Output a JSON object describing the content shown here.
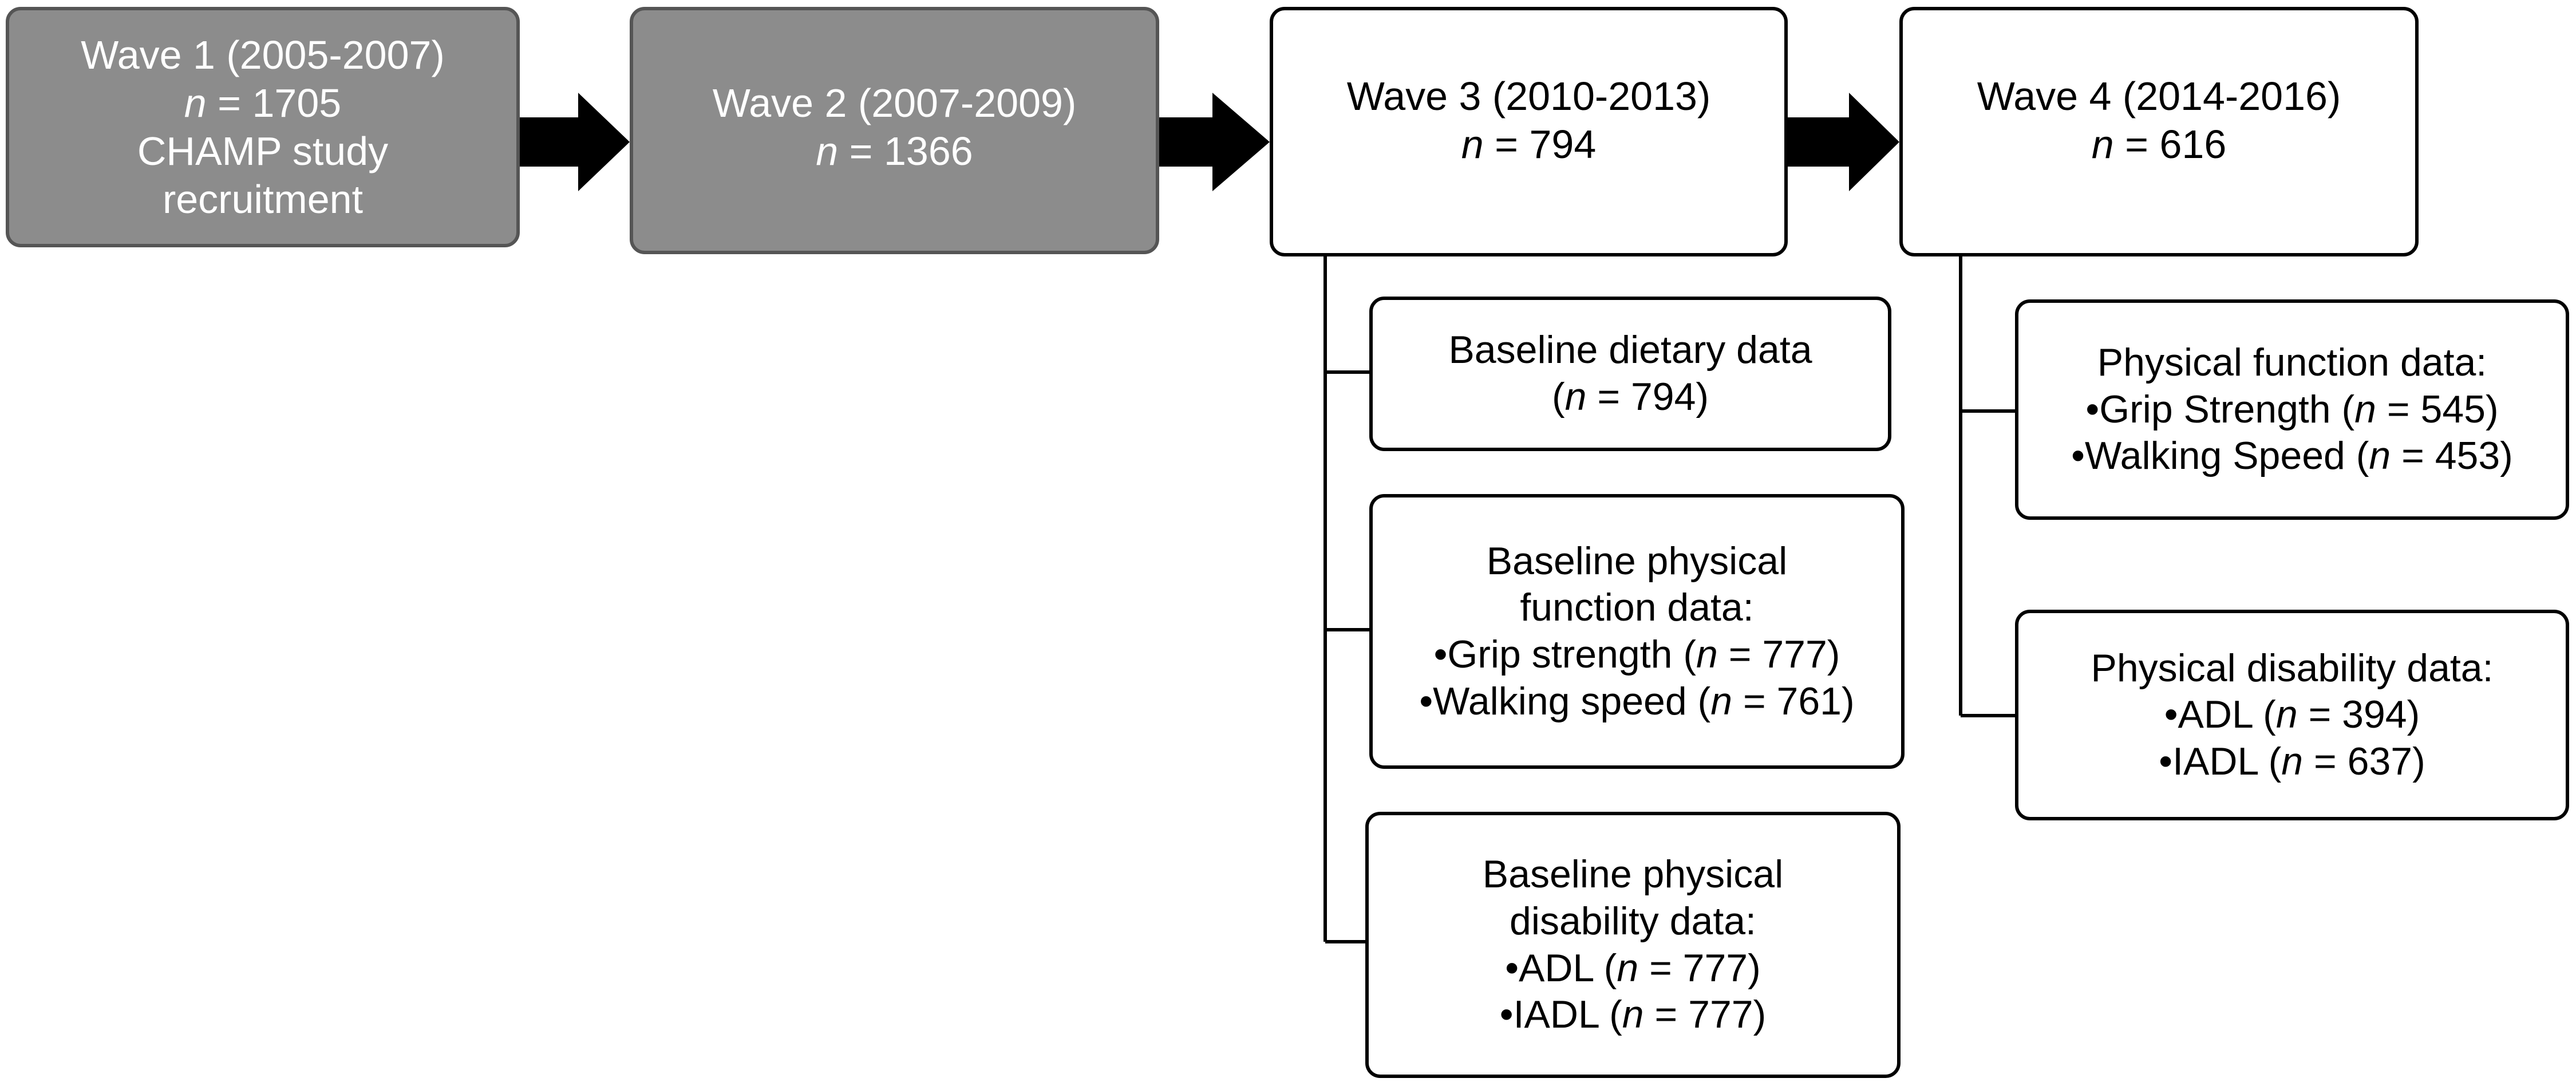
{
  "waves": [
    {
      "title": "Wave 1 (2005-2007)",
      "n_label": "n",
      "n_value": "= 1705",
      "extra": [
        "CHAMP study",
        "recruitment"
      ]
    },
    {
      "title": "Wave 2 (2007-2009)",
      "n_label": "n",
      "n_value": "= 1366"
    },
    {
      "title": "Wave 3 (2010-2013)",
      "n_label": "n",
      "n_value": "= 794"
    },
    {
      "title": "Wave 4 (2014-2016)",
      "n_label": "n",
      "n_value": "= 616"
    }
  ],
  "wave3_data": {
    "dietary": {
      "heading": "Baseline dietary data",
      "open": "(",
      "n_label": "n",
      "n_value": "= 794)"
    },
    "function": {
      "heading_1": "Baseline physical",
      "heading_2": "function data:",
      "items": [
        {
          "pre": "•Grip strength (",
          "n_label": "n",
          "post": "= 777)"
        },
        {
          "pre": "•Walking speed (",
          "n_label": "n",
          "post": "= 761)"
        }
      ]
    },
    "disability": {
      "heading_1": "Baseline physical",
      "heading_2": "disability data:",
      "items": [
        {
          "pre": "•ADL (",
          "n_label": "n",
          "post": "= 777)"
        },
        {
          "pre": "•IADL (",
          "n_label": "n",
          "post": "= 777)"
        }
      ]
    }
  },
  "wave4_data": {
    "function": {
      "heading": "Physical function data:",
      "items": [
        {
          "pre": "•Grip Strength (",
          "n_label": "n",
          "post": "= 545)"
        },
        {
          "pre": "•Walking Speed (",
          "n_label": "n",
          "post": "= 453)"
        }
      ]
    },
    "disability": {
      "heading": "Physical disability data:",
      "items": [
        {
          "pre": "•ADL (",
          "n_label": "n",
          "post": "= 394)"
        },
        {
          "pre": "•IADL (",
          "n_label": "n",
          "post": "= 637)"
        }
      ]
    }
  },
  "colors": {
    "grey_fill": "#8c8c8c",
    "grey_border": "#555555",
    "stroke": "#000000",
    "white_fill": "#ffffff"
  }
}
